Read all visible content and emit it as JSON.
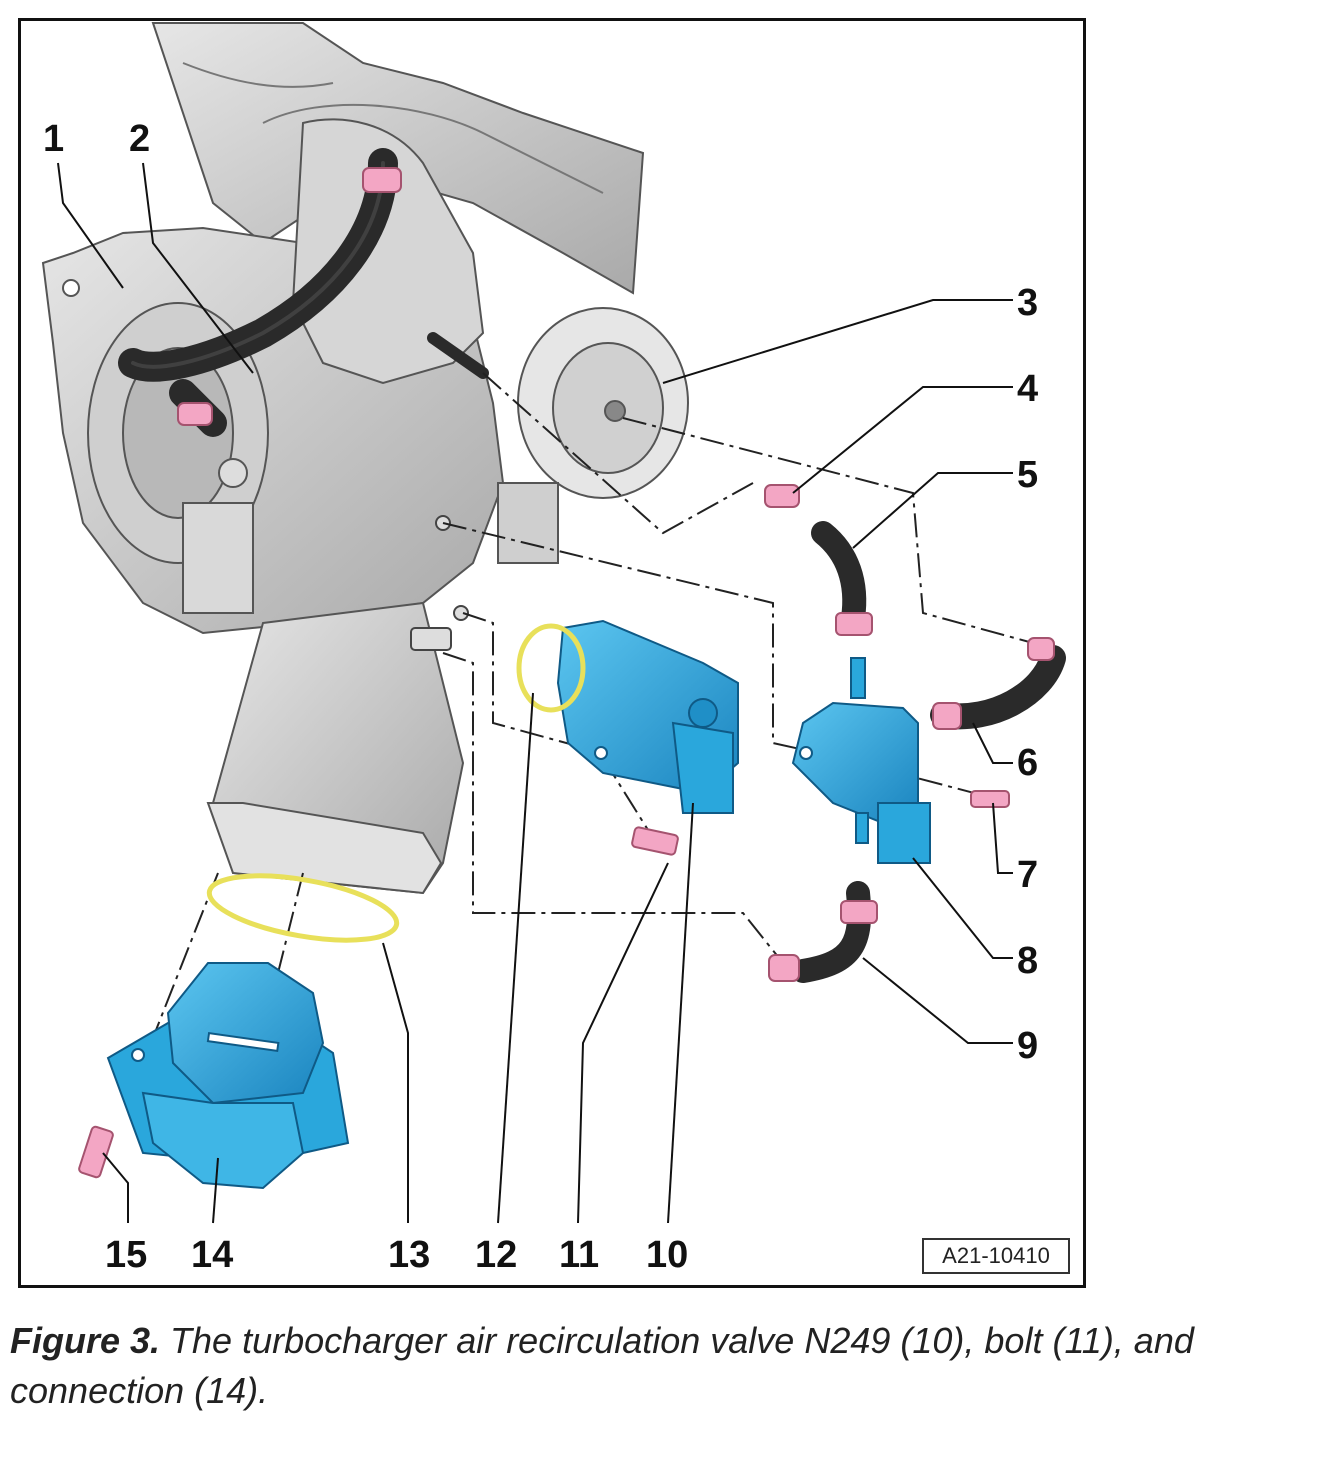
{
  "figure": {
    "reference_code": "A21-10410",
    "callouts": [
      "1",
      "2",
      "3",
      "4",
      "5",
      "6",
      "7",
      "8",
      "9",
      "10",
      "11",
      "12",
      "13",
      "14",
      "15"
    ]
  },
  "caption": {
    "label": "Figure 3.",
    "text": " The turbocharger air recirculation valve N249 (10), bolt (11), and connection (14)."
  },
  "colors": {
    "component_blue": "#2aa7dc",
    "clamp_pink": "#f3a6c4",
    "gasket_yellow": "#e8e05a",
    "hose_black": "#2a2a2a",
    "turbo_gray": "#cfcfcf"
  }
}
